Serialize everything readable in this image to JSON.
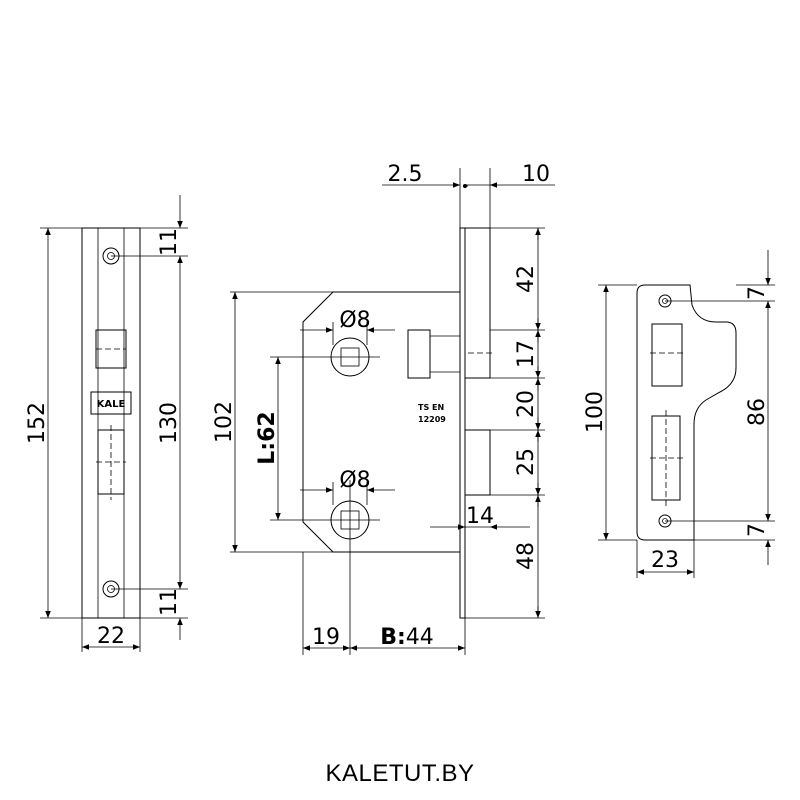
{
  "faceplate": {
    "dims": {
      "height_total": "152",
      "height_holes": "130",
      "width": "22",
      "hole_top": "11",
      "hole_bottom": "11"
    },
    "logo": "KALE"
  },
  "lock_body": {
    "dims": {
      "plate_thickness": "2.5",
      "bolt_width": "10",
      "top": "42",
      "latch": "17",
      "gap": "20",
      "deadbolt": "25",
      "bottom": "48",
      "height": "102",
      "center": "L:62",
      "spindle_top": "Ø8",
      "spindle_bottom": "Ø8",
      "projection": "14",
      "edge": "19",
      "backset_prefix": "B:",
      "backset_value": "44"
    },
    "stamp_line1": "TS EN",
    "stamp_line2": "12209"
  },
  "strike_plate": {
    "dims": {
      "height_total": "100",
      "height_holes": "86",
      "hole_top": "7",
      "hole_bottom": "7",
      "width": "23"
    }
  },
  "footer": {
    "site": "KALETUT.BY"
  }
}
